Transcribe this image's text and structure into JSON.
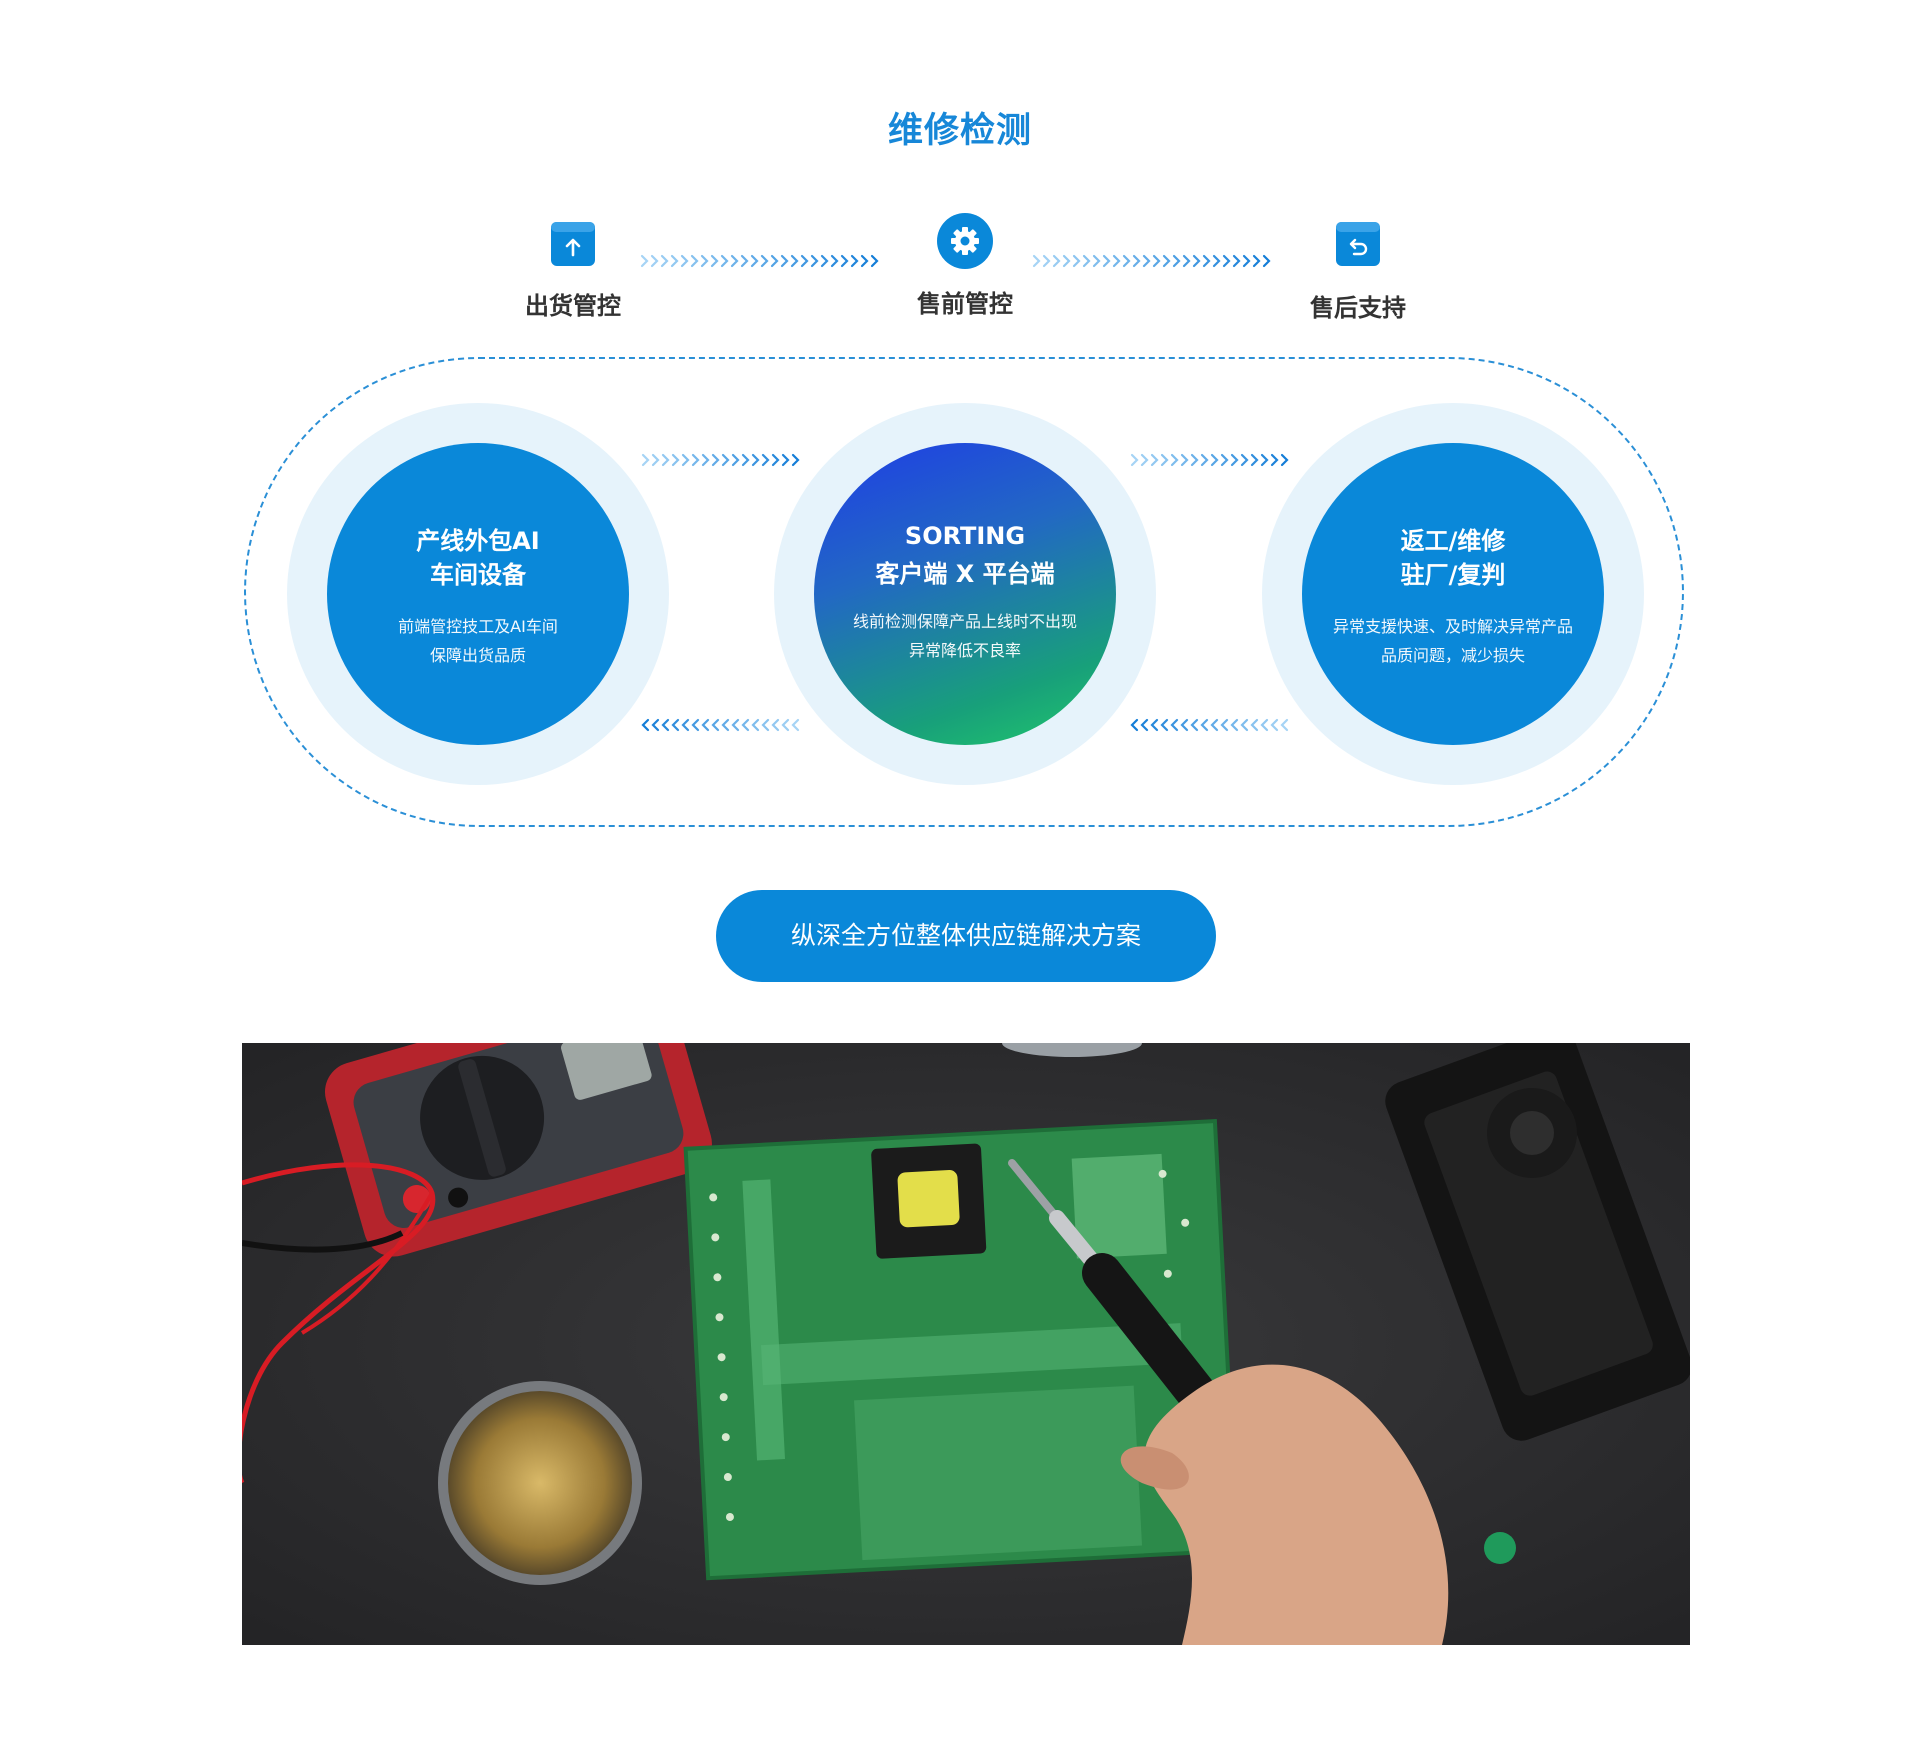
{
  "page": {
    "title": "维修检测"
  },
  "steps": [
    {
      "label": "出货管控",
      "icon": "box-upload-icon"
    },
    {
      "label": "售前管控",
      "icon": "gear-icon"
    },
    {
      "label": "售后支持",
      "icon": "box-return-icon"
    }
  ],
  "circles": [
    {
      "title_line1": "产线外包AI",
      "title_line2": "车间设备",
      "desc_line1": "前端管控技工及AI车间",
      "desc_line2": "保障出货品质"
    },
    {
      "title_line1": "SORTING",
      "title_line2": "客户端 X 平台端",
      "desc_line1": "线前检测保障产品上线时不出现",
      "desc_line2": "异常降低不良率"
    },
    {
      "title_line1": "返工/维修",
      "title_line2": "驻厂/复判",
      "desc_line1": "异常支援快速、及时解决异常产品",
      "desc_line2": "品质问题，减少损失"
    }
  ],
  "cta": {
    "label": "纵深全方位整体供应链解决方案"
  },
  "photo": {
    "alt_icon": "circuit-board-soldering-image"
  },
  "colors": {
    "accent": "#0a88d9",
    "title": "#1787d8",
    "halo": "#e6f3fb",
    "text_dark": "#333333"
  }
}
